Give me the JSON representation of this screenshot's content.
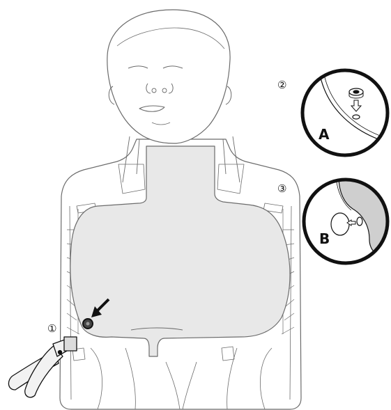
{
  "steps": {
    "step_1": "①",
    "step_2": "②",
    "step_3": "③"
  },
  "callouts": {
    "label_a": "A",
    "label_b": "B"
  },
  "colors": {
    "line": "#6b6b6b",
    "stroke_dark": "#111111",
    "lung_fill": "#e8e8e8",
    "flap_fill": "#cfcfcf",
    "tool_fill": "#f2f2f2"
  },
  "icons": {
    "pointer": "arrow-pointer-icon",
    "down_arrow": "down-arrow-icon",
    "right_arrow": "right-arrow-icon"
  }
}
